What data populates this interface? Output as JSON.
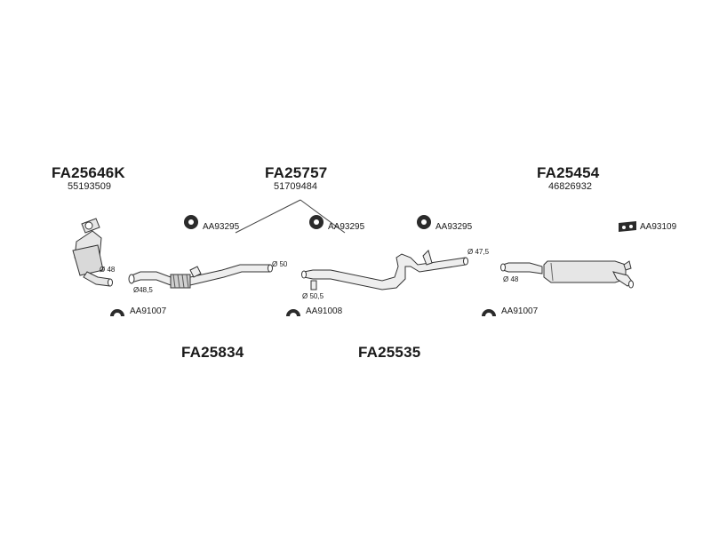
{
  "labels": {
    "catalyst_code": "FA25646K",
    "catalyst_oem": "55193509",
    "middle_code": "FA25757",
    "middle_oem": "51709484",
    "rear_code": "FA25454",
    "rear_oem": "46826932",
    "front_pipe_code": "FA25834",
    "center_pipe_code": "FA25535"
  },
  "parts": {
    "mount_1": "AA93295",
    "mount_2": "AA93295",
    "mount_3": "AA93295",
    "hanger": "AA93109",
    "clamp_1": "AA91007",
    "clamp_2": "AA91008",
    "clamp_3": "AA91007"
  },
  "diameters": {
    "cat_out": "Ø 48",
    "front_in": "Ø48,5",
    "front_out": "Ø 50",
    "center_in": "Ø 50,5",
    "center_out": "Ø 47,5",
    "rear_in": "Ø 48"
  },
  "colors": {
    "line": "#333333",
    "fill": "#e6e6e6",
    "part": "#2b2b2b"
  }
}
